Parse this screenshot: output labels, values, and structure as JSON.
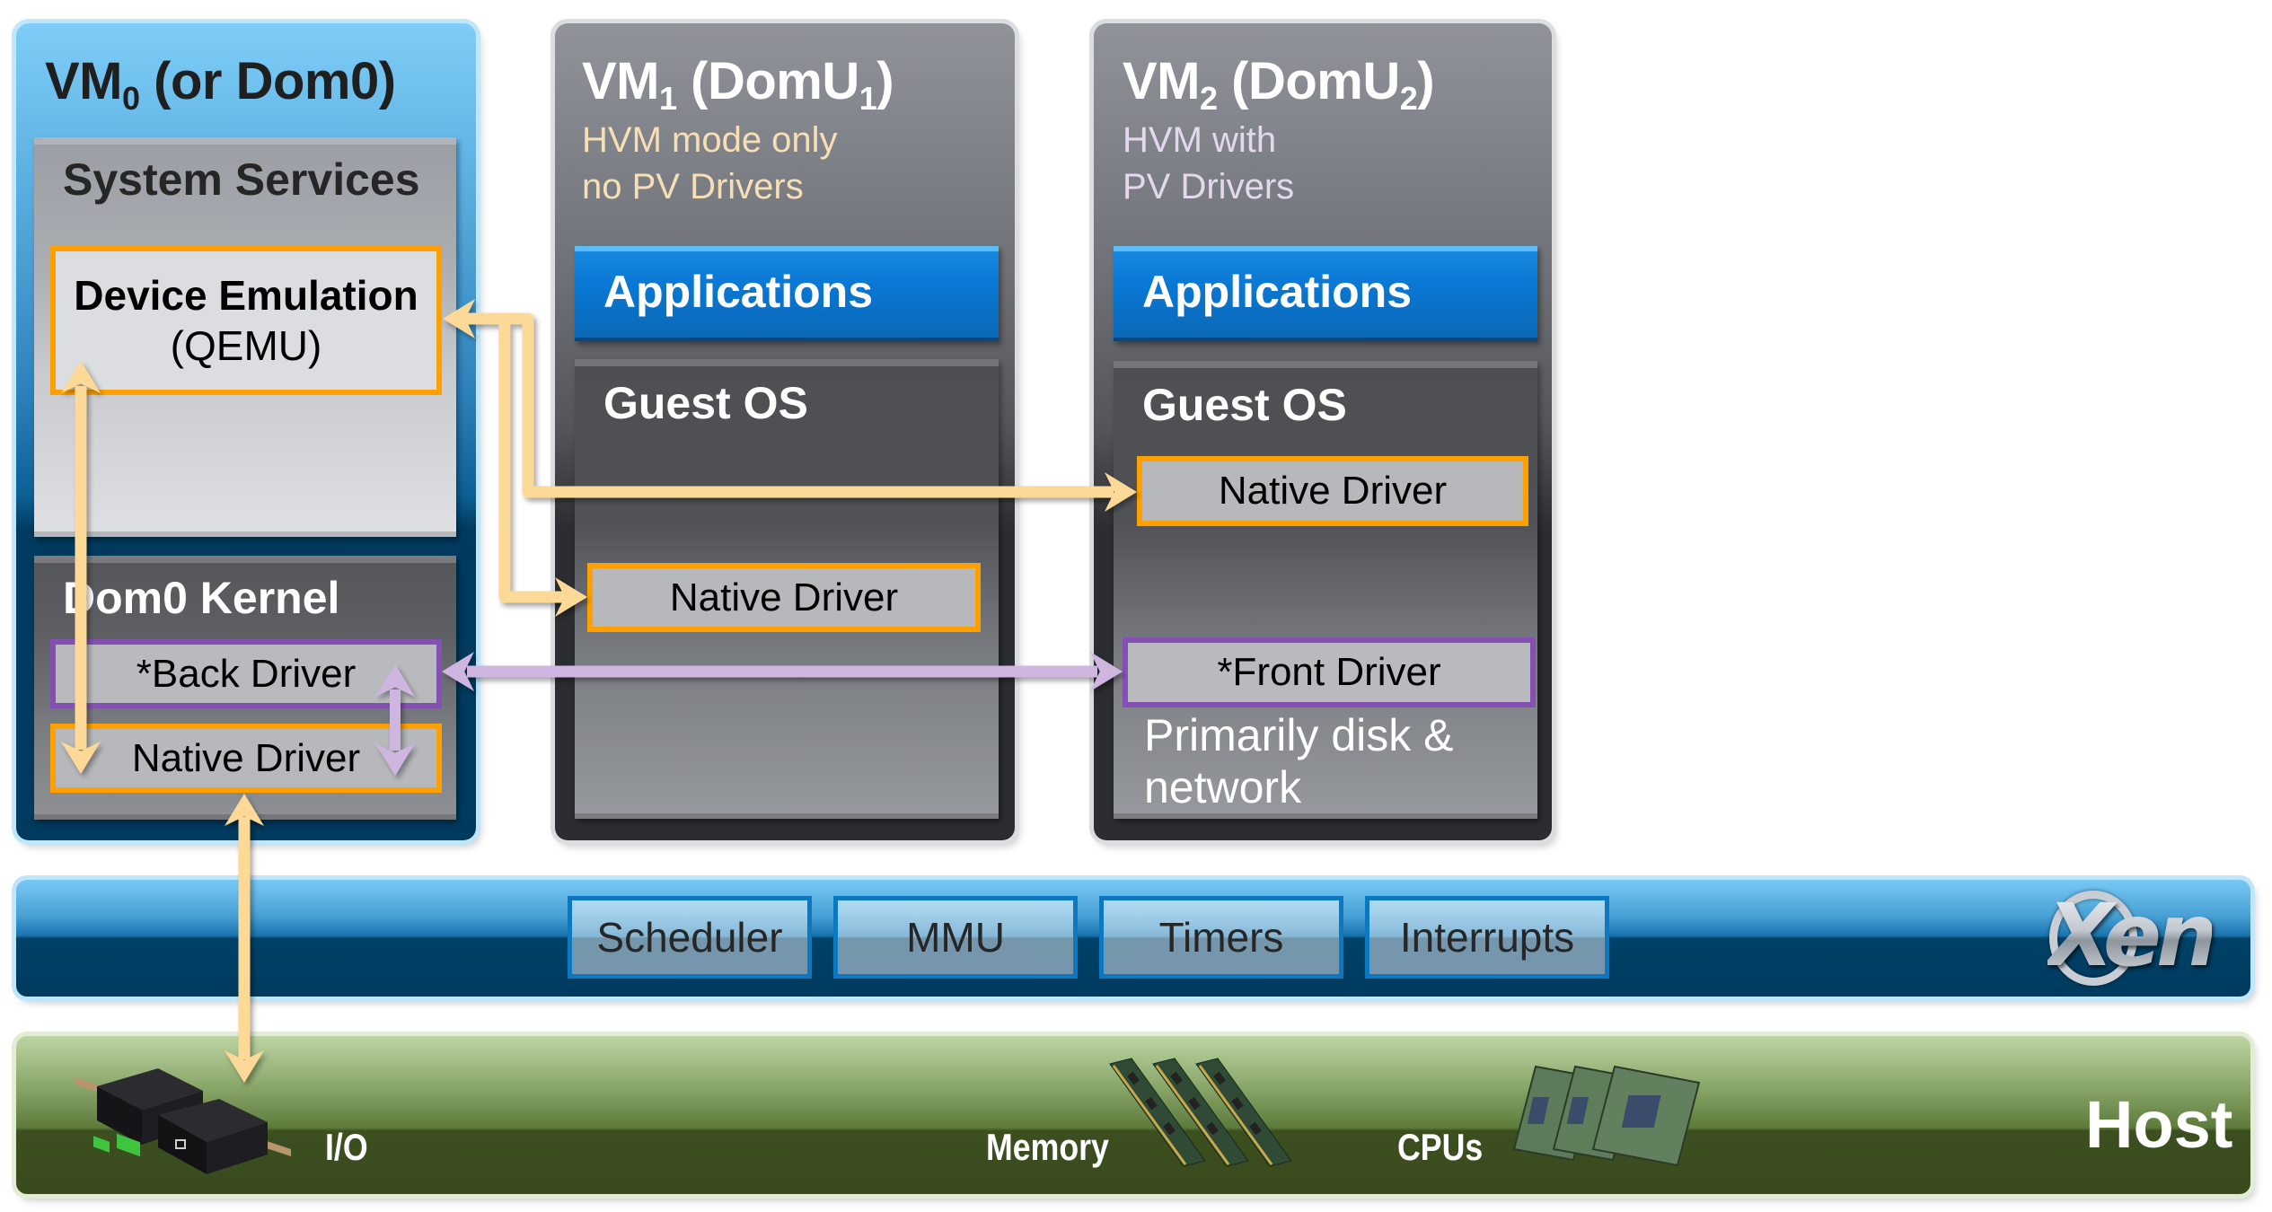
{
  "vms": [
    {
      "title_main": "VM",
      "title_sub": "0",
      "title_rest": " (or Dom0)",
      "system_services": {
        "label": "System Services",
        "device_emulation": {
          "line1": "Device Emulation",
          "line2": "(QEMU)"
        }
      },
      "kernel": {
        "label": "Dom0 Kernel",
        "back_driver": "*Back Driver",
        "native_driver": "Native Driver"
      }
    },
    {
      "title_main": "VM",
      "title_sub": "1",
      "title_rest_a": " (DomU",
      "title_rest_sub": "1",
      "title_rest_b": ")",
      "subtitle_lines": [
        "HVM mode only",
        "no PV Drivers"
      ],
      "subtitle_color": "#f7dfb5",
      "applications": "Applications",
      "guest_os": "Guest OS",
      "native_driver": "Native Driver"
    },
    {
      "title_main": "VM",
      "title_sub": "2",
      "title_rest_a": " (DomU",
      "title_rest_sub": "2",
      "title_rest_b": ")",
      "subtitle_lines": [
        "HVM with",
        "PV Drivers"
      ],
      "subtitle_color": "#e4d8ee",
      "applications": "Applications",
      "guest_os": "Guest OS",
      "native_driver": "Native Driver",
      "front_driver": "*Front Driver",
      "note_lines": [
        "Primarily disk &",
        "network"
      ]
    }
  ],
  "hypervisor": {
    "components": [
      "Scheduler",
      "MMU",
      "Timers",
      "Interrupts"
    ],
    "logo_text": "Xen",
    "logo_icon": "xen-logo-icon"
  },
  "host": {
    "label": "Host",
    "hardware": [
      {
        "label": "I/O",
        "icon": "io-device-icon"
      },
      {
        "label": "Memory",
        "icon": "memory-modules-icon"
      },
      {
        "label": "CPUs",
        "icon": "cpu-chips-icon"
      }
    ]
  },
  "colors": {
    "emulation_arrow": "#fdd998",
    "pv_arrow": "#cfb6e0",
    "orange_border": "#ffa000",
    "purple_border": "#8450b4",
    "apps_blue": "#0a78d4"
  },
  "connections": [
    {
      "from": "Device Emulation (QEMU)",
      "to": "VM2 Native Driver",
      "type": "emulation"
    },
    {
      "from": "Device Emulation (QEMU)",
      "to": "VM1 Native Driver",
      "type": "emulation"
    },
    {
      "from": "Device Emulation (QEMU)",
      "to": "Dom0 Native Driver",
      "type": "emulation",
      "bidirectional": true
    },
    {
      "from": "*Back Driver",
      "to": "*Front Driver",
      "type": "pv",
      "bidirectional": true
    },
    {
      "from": "*Back Driver",
      "to": "Dom0 Native Driver",
      "type": "pv",
      "bidirectional": true
    },
    {
      "from": "Dom0 Native Driver",
      "to": "I/O",
      "type": "emulation",
      "bidirectional": true
    }
  ]
}
